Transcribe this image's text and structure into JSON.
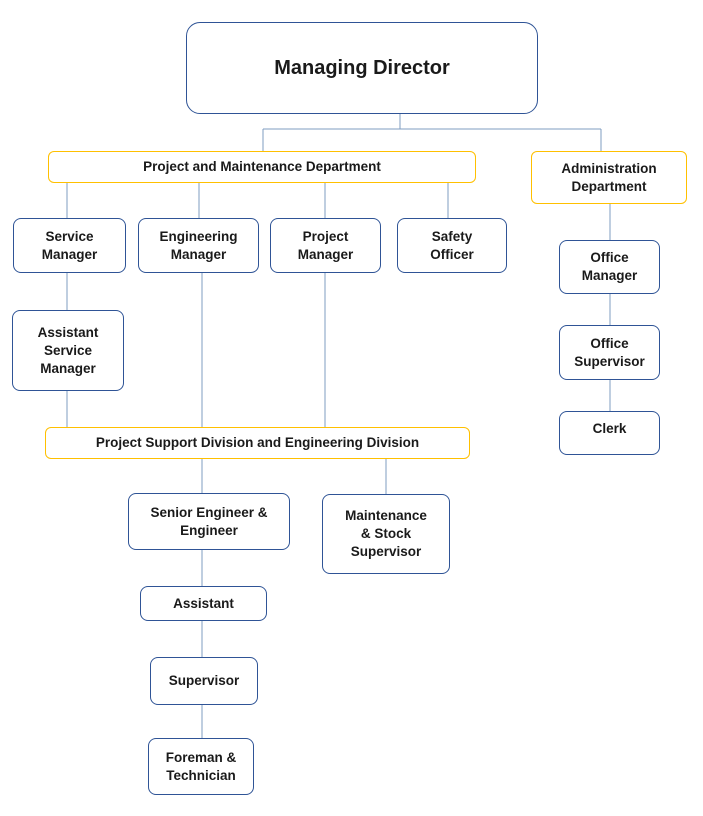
{
  "chart": {
    "managing_director": "Managing Director",
    "project_maintenance_dept": "Project and Maintenance Department",
    "administration_dept": "Administration\nDepartment",
    "service_manager": "Service\nManager",
    "engineering_manager": "Engineering\nManager",
    "project_manager": "Project\nManager",
    "safety_officer": "Safety\nOfficer",
    "assistant_service_manager": "Assistant\nService\nManager",
    "project_support_division": "Project Support Division and Engineering Division",
    "senior_engineer": "Senior Engineer &\nEngineer",
    "maintenance_stock_supervisor": "Maintenance\n& Stock\nSupervisor",
    "assistant": "Assistant",
    "supervisor": "Supervisor",
    "foreman_technician": "Foreman &\nTechnician",
    "office_manager": "Office\nManager",
    "office_supervisor": "Office\nSupervisor",
    "clerk": "Clerk"
  },
  "colors": {
    "role_border": "#2f5496",
    "department_border": "#ffc000",
    "connector": "#7f9cc0"
  }
}
